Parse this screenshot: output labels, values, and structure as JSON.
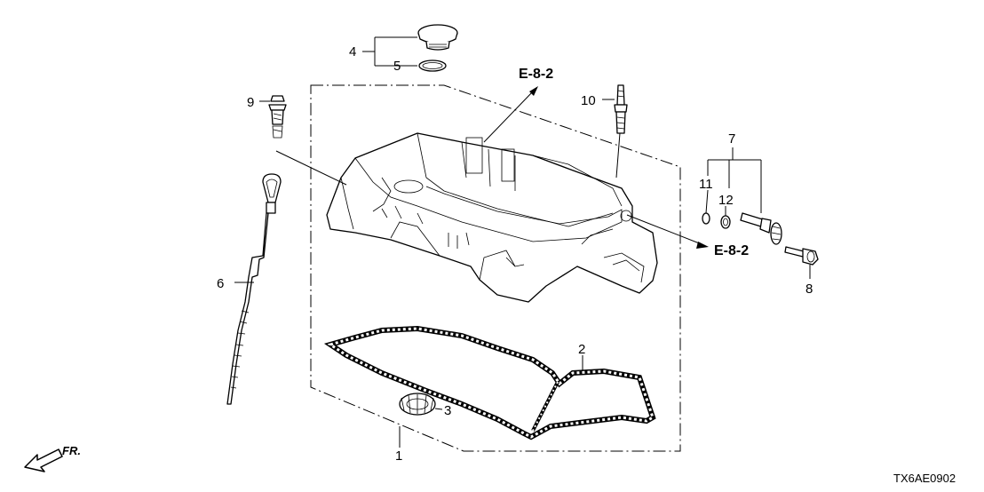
{
  "diagram": {
    "callouts": [
      "1",
      "2",
      "3",
      "4",
      "5",
      "6",
      "7",
      "8",
      "9",
      "10",
      "11",
      "12"
    ],
    "refs": [
      "E-8-2",
      "E-8-2"
    ],
    "front_label": "FR.",
    "diagram_code": "TX6AE0902"
  }
}
